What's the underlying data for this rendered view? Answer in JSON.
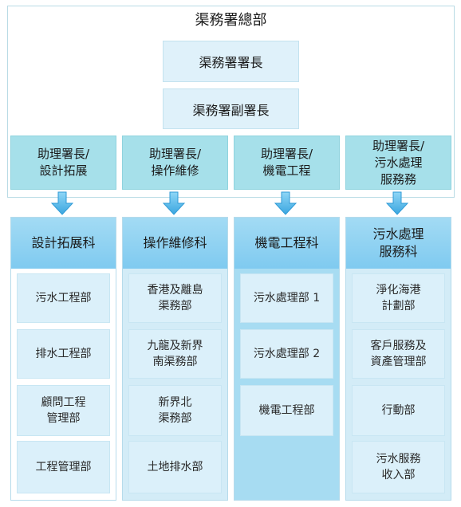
{
  "header": {
    "title": "渠務署總部",
    "director": "渠務署署長",
    "deputy_director": "渠務署副署長"
  },
  "assistant_directors": [
    "助理署長/\n設計拓展",
    "助理署長/\n操作維修",
    "助理署長/\n機電工程",
    "助理署長/\n污水處理\n服務務"
  ],
  "branches": [
    {
      "title": "設計拓展科",
      "units": [
        "污水工程部",
        "排水工程部",
        "顧問工程\n管理部",
        "工程管理部"
      ]
    },
    {
      "title": "操作維修科",
      "units": [
        "香港及離島\n渠務部",
        "九龍及新界\n南渠務部",
        "新界北\n渠務部",
        "土地排水部"
      ]
    },
    {
      "title": "機電工程科",
      "units": [
        "污水處理部 1",
        "污水處理部 2",
        "機電工程部"
      ]
    },
    {
      "title": "污水處理\n服務科",
      "units": [
        "淨化海港\n計劃部",
        "客戶服務及\n資產管理部",
        "行動部",
        "污水服務\n收入部"
      ]
    }
  ],
  "colors": {
    "header_box": "#dff1fa",
    "assistant_box": "#a6e0ea",
    "branch_header": "#8fd1f2",
    "unit_box": "#dbf0fa",
    "arrow": "#5bb8e8"
  },
  "icons": [
    "down-arrow-icon"
  ]
}
